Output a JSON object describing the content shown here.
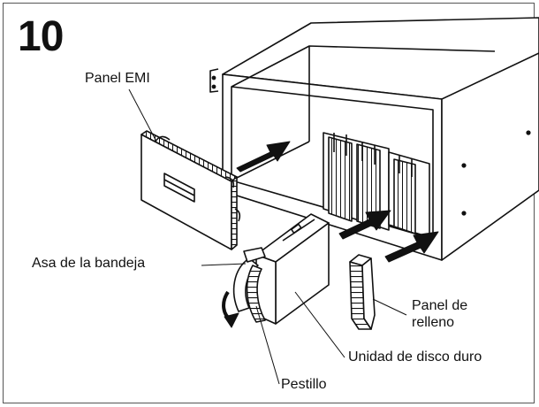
{
  "step_number": "10",
  "labels": {
    "emi_panel": "Panel EMI",
    "tray_handle": "Asa de la bandeja",
    "filler_panel_line1": "Panel de",
    "filler_panel_line2": "relleno",
    "hard_disk_drive": "Unidad de disco duro",
    "latch": "Pestillo"
  }
}
